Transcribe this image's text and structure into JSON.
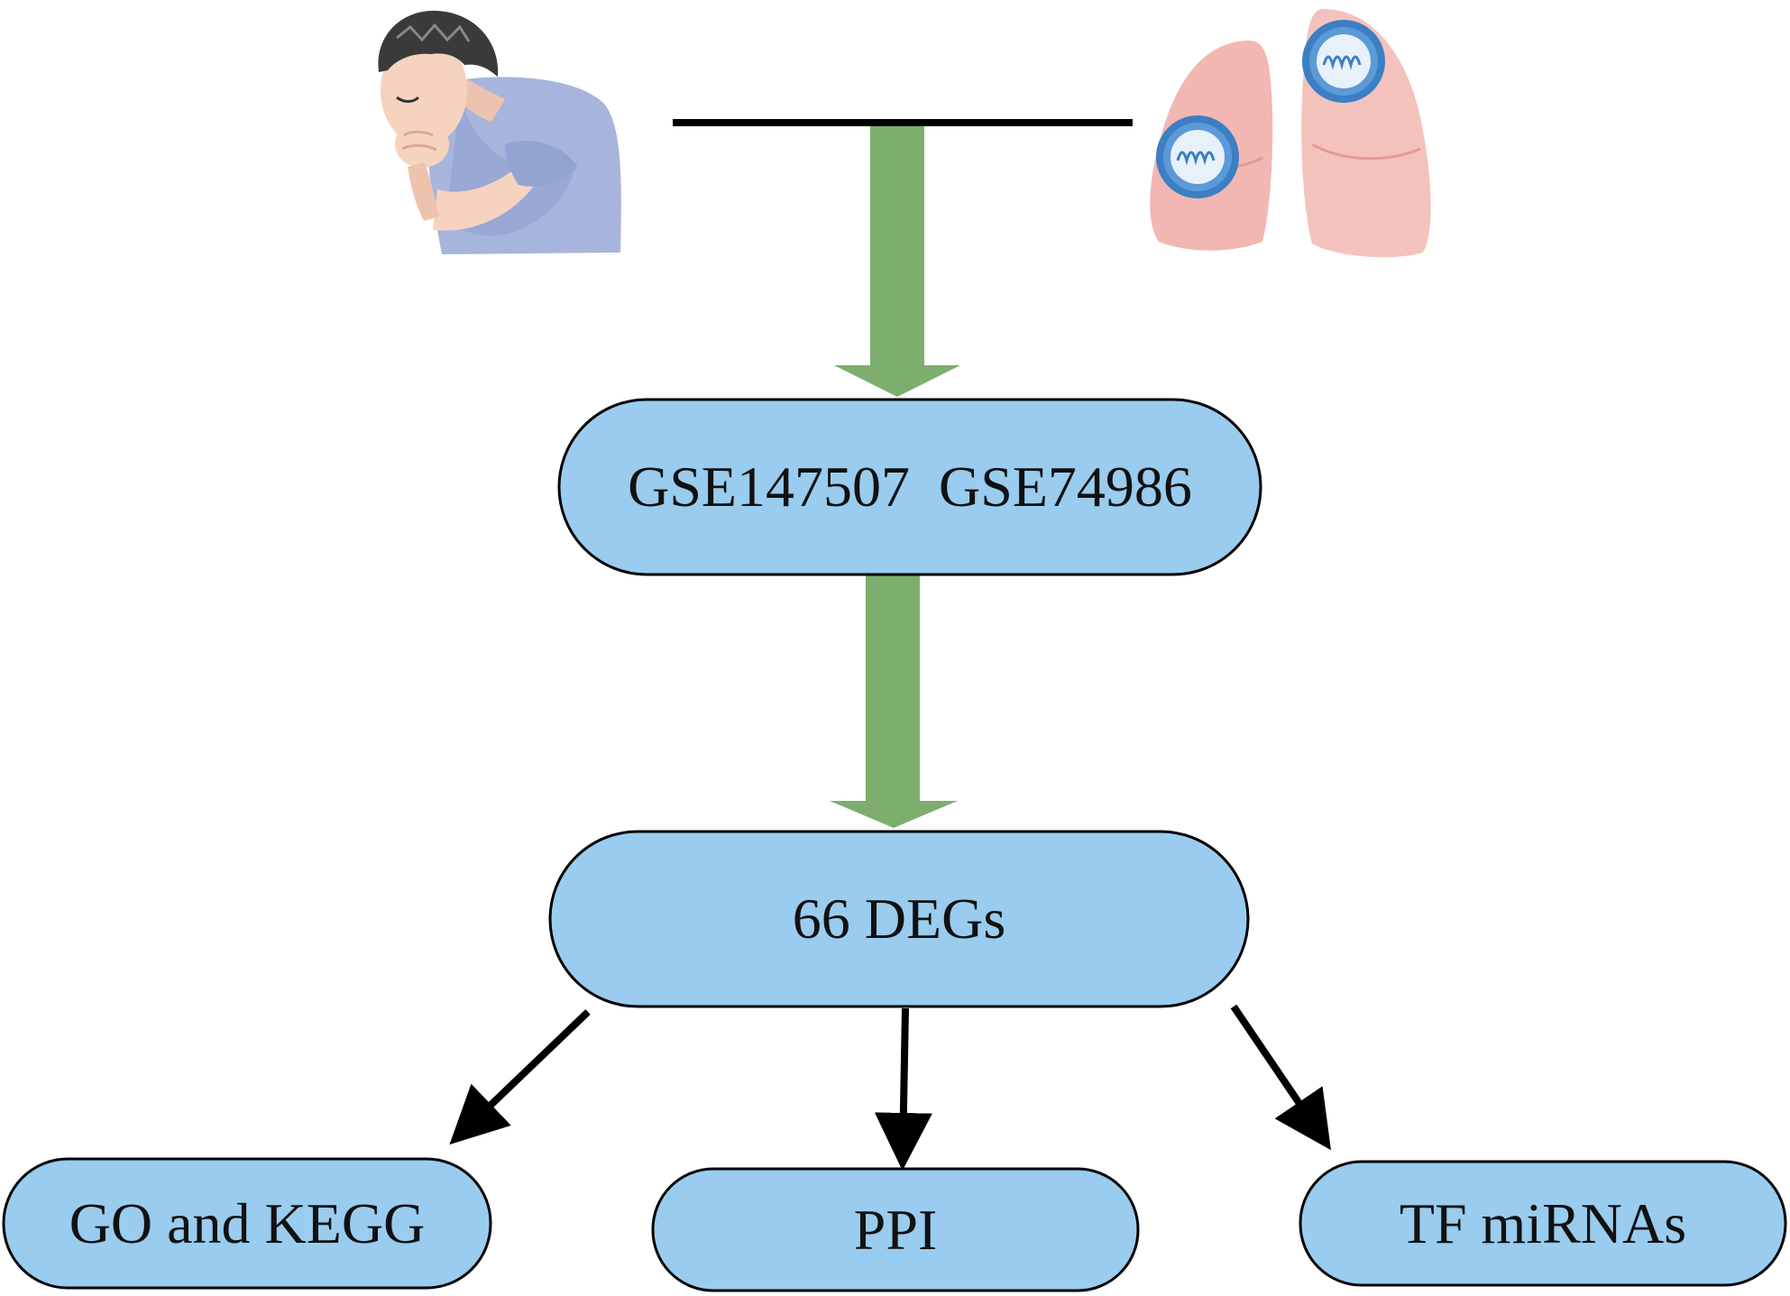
{
  "colors": {
    "node_fill": "#99ccee",
    "arrow_green": "#7eae6e",
    "line": "#000000",
    "shirt": "#a7b5dc",
    "skin": "#f6d3bf",
    "hair": "#3a3a3a",
    "lung": "#f2b7b2",
    "virus": "#3c7fc4"
  },
  "nodes": {
    "datasets": "GSE147507  GSE74986",
    "degs": "66 DEGs",
    "go_kegg": "GO and KEGG",
    "ppi": "PPI",
    "tf_mirnas": "TF miRNAs"
  },
  "illustrations": {
    "patient": "coughing-person-icon",
    "lungs": "infected-lungs-icon"
  }
}
